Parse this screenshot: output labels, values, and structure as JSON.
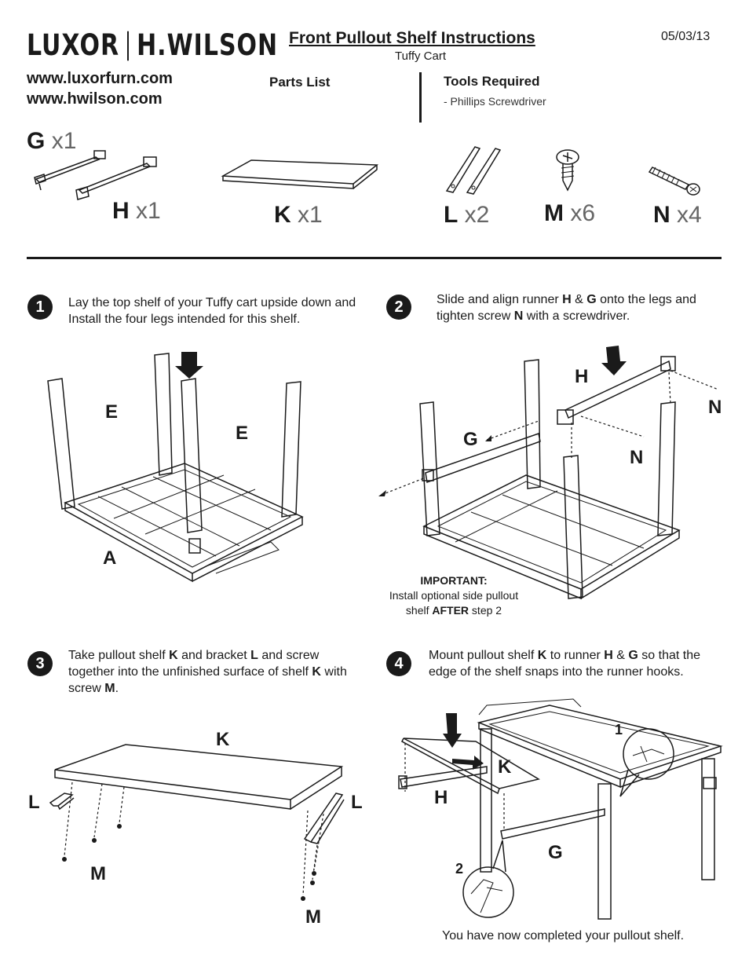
{
  "header": {
    "brand_left": "LUXOR",
    "brand_right": "H.WILSON",
    "title": "Front Pullout Shelf Instructions",
    "subtitle": "Tuffy Cart",
    "date": "05/03/13",
    "websites": [
      "www.luxorfurn.com",
      "www.hwilson.com"
    ],
    "parts_heading": "Parts List",
    "tools_heading": "Tools Required",
    "tools": [
      "-  Phillips Screwdriver"
    ]
  },
  "parts": [
    {
      "letter": "G",
      "qty": "x1"
    },
    {
      "letter": "H",
      "qty": "x1"
    },
    {
      "letter": "K",
      "qty": "x1"
    },
    {
      "letter": "L",
      "qty": "x2"
    },
    {
      "letter": "M",
      "qty": "x6"
    },
    {
      "letter": "N",
      "qty": "x4"
    }
  ],
  "steps": [
    {
      "num": "1",
      "text": "Lay the top shelf of your Tuffy cart upside down and Install the four legs intended for this shelf."
    },
    {
      "num": "2",
      "text": "Slide and align runner H & G onto the legs and tighten screw N with a screwdriver."
    },
    {
      "num": "3",
      "text": "Take pullout shelf K and bracket L and screw together into the unfinished surface of shelf K with screw M."
    },
    {
      "num": "4",
      "text": "Mount pullout shelf K to runner H & G so that the edge of the shelf snaps into the runner hooks."
    }
  ],
  "labels": {
    "s1": {
      "e1": "E",
      "e2": "E",
      "a": "A"
    },
    "s2": {
      "h": "H",
      "g": "G",
      "n1": "N",
      "n2": "N"
    },
    "s3": {
      "k": "K",
      "l1": "L",
      "l2": "L",
      "m1": "M",
      "m2": "M"
    },
    "s4": {
      "k": "K",
      "h": "H",
      "g": "G",
      "c1": "1",
      "c2": "2"
    }
  },
  "important": {
    "heading": "IMPORTANT:",
    "line1": "Install optional side pullout",
    "line2_pre": "shelf ",
    "line2_bold": "AFTER",
    "line2_post": " step 2"
  },
  "completion": "You have now completed your pullout shelf."
}
